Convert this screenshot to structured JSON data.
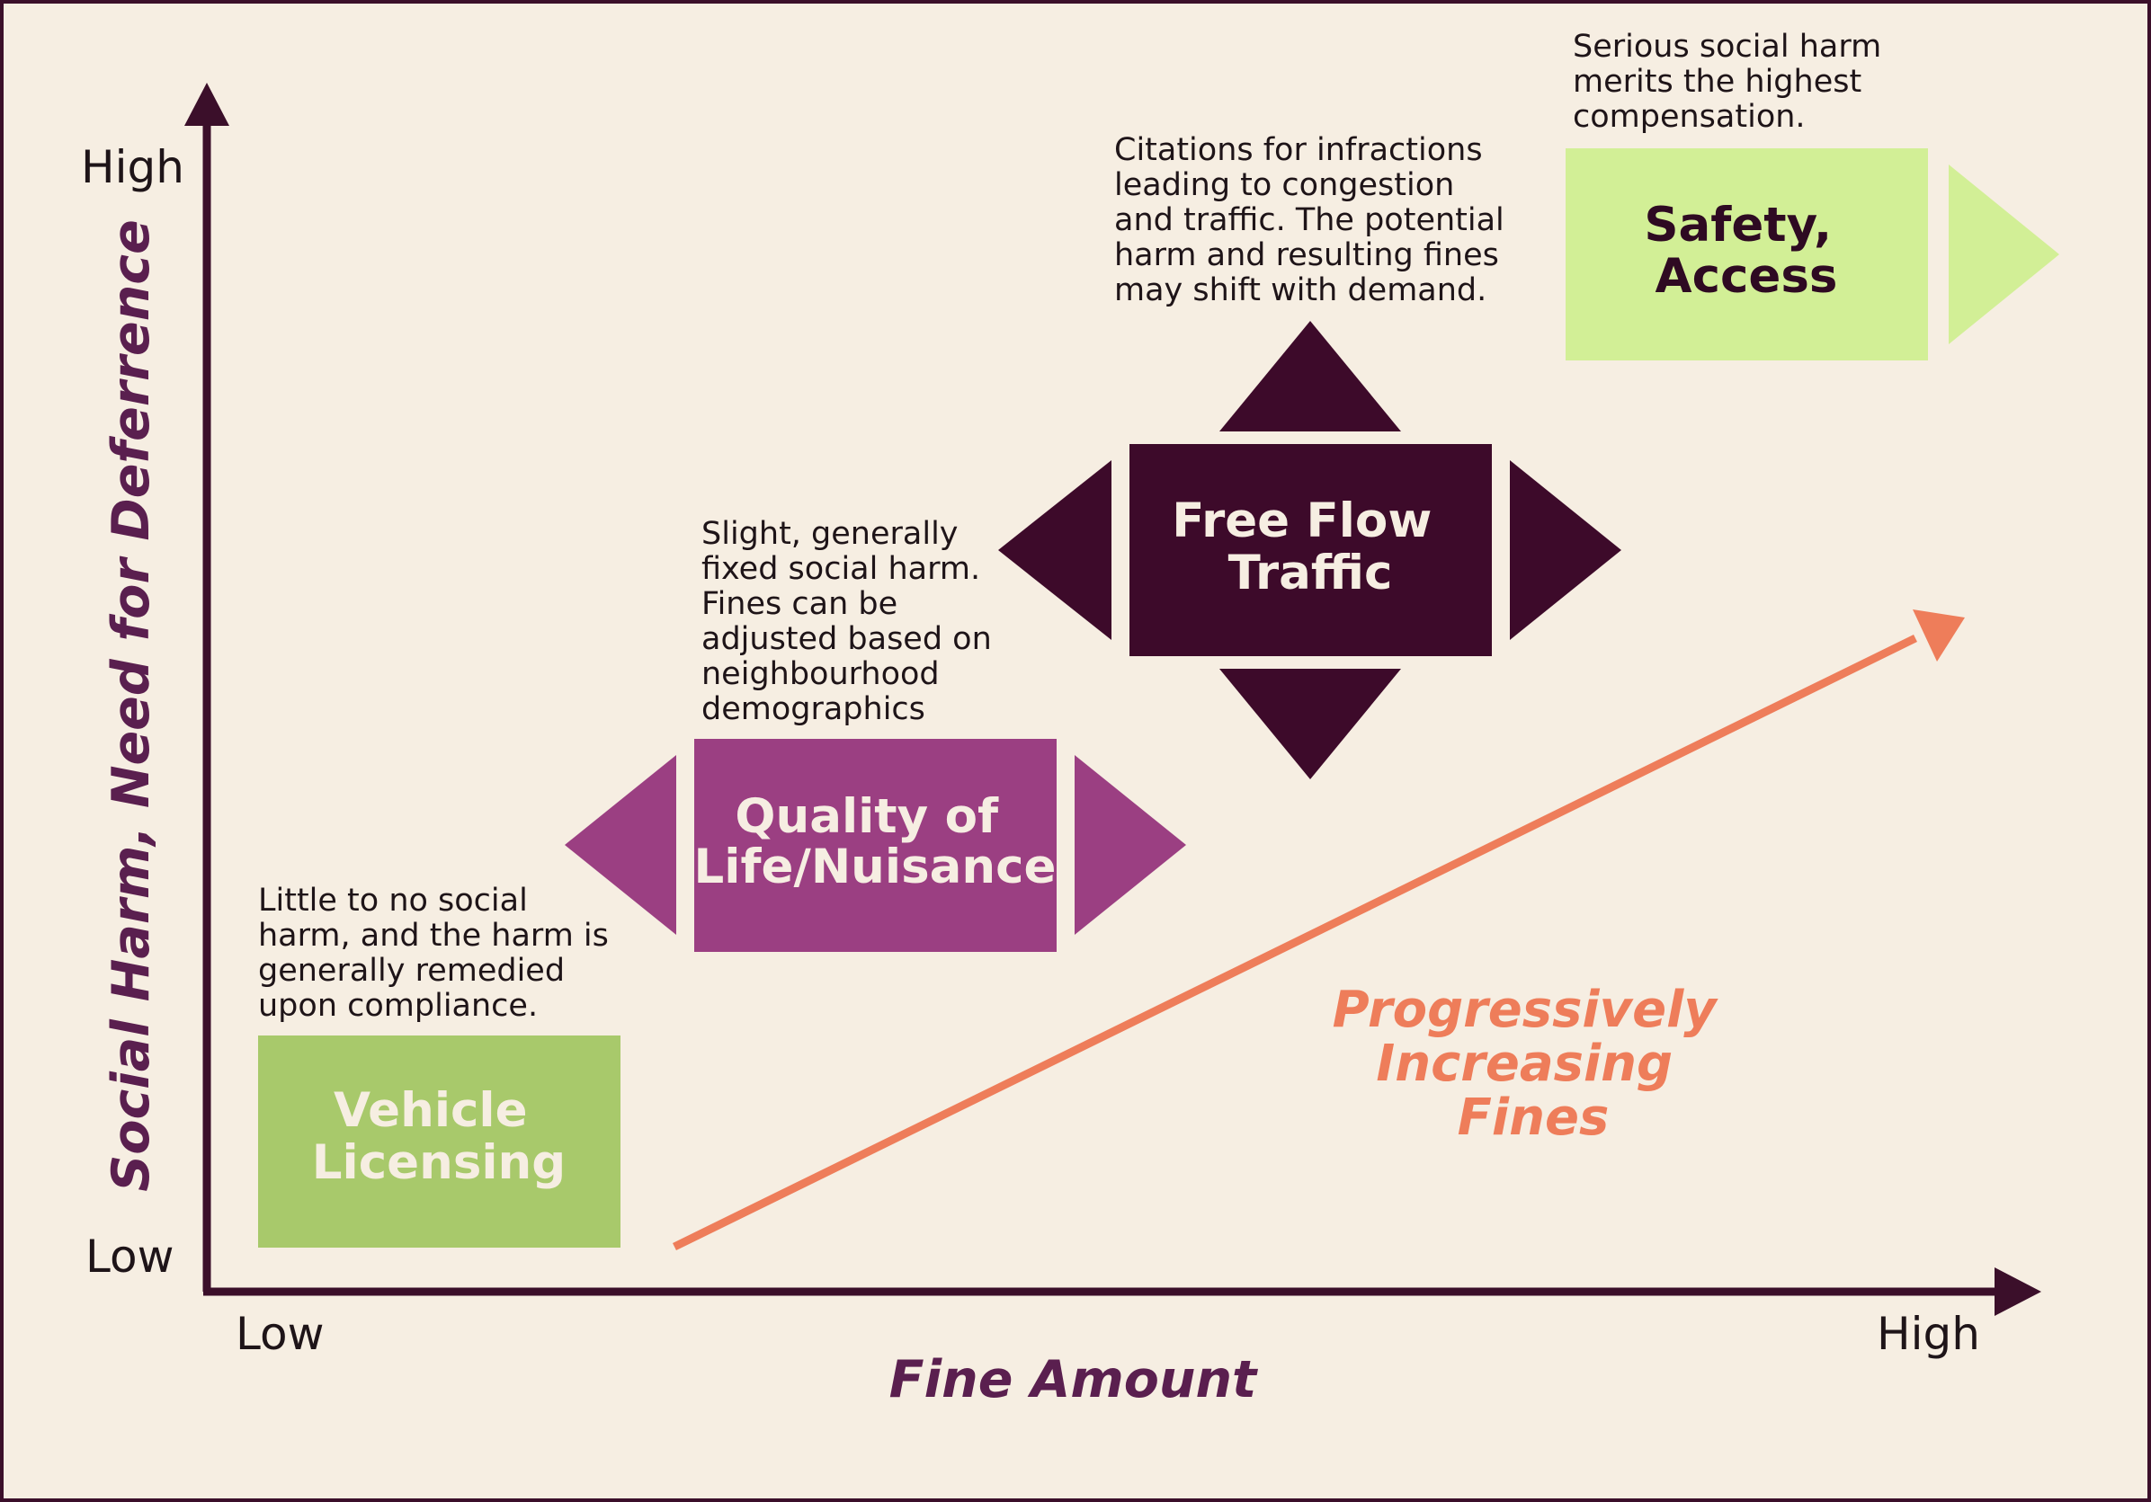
{
  "colors": {
    "background": "#f6eee2",
    "frame": "#3b0f2a",
    "axis": "#3b0f2a",
    "axis_title": "#5a1f4f",
    "vehicle_licensing_fill": "#a8c96b",
    "quality_of_life_fill": "#9b3f82",
    "free_flow_fill": "#3d0a2a",
    "safety_access_fill": "#d2ef96",
    "trend": "#ee7d5a"
  },
  "y_axis": {
    "title": "Social Harm, Need for Deferrence",
    "high_label": "High",
    "low_label": "Low"
  },
  "x_axis": {
    "title": "Fine Amount",
    "low_label": "Low",
    "high_label": "High"
  },
  "categories": {
    "vehicle_licensing": {
      "label_lines": [
        "Vehicle",
        "Licensing"
      ],
      "description_lines": [
        "Little to no social",
        "harm, and the harm is",
        "generally remedied",
        "upon compliance."
      ]
    },
    "quality_of_life": {
      "label_lines": [
        "Quality of",
        "Life/Nuisance"
      ],
      "description_lines": [
        "Slight, generally",
        "fixed social harm.",
        "Fines can be",
        "adjusted based on",
        "neighbourhood",
        "demographics"
      ]
    },
    "free_flow_traffic": {
      "label_lines": [
        "Free Flow",
        "Traffic"
      ],
      "description_lines": [
        "Citations for infractions",
        "leading to congestion",
        "and traffic. The potential",
        "harm and resulting fines",
        "may shift with demand."
      ]
    },
    "safety_access": {
      "label_lines": [
        "Safety,",
        "Access"
      ],
      "description_lines": [
        "Serious social harm",
        "merits the highest",
        "compensation."
      ]
    }
  },
  "trend": {
    "label_lines": [
      "Progressively",
      "Increasing",
      "Fines"
    ]
  }
}
